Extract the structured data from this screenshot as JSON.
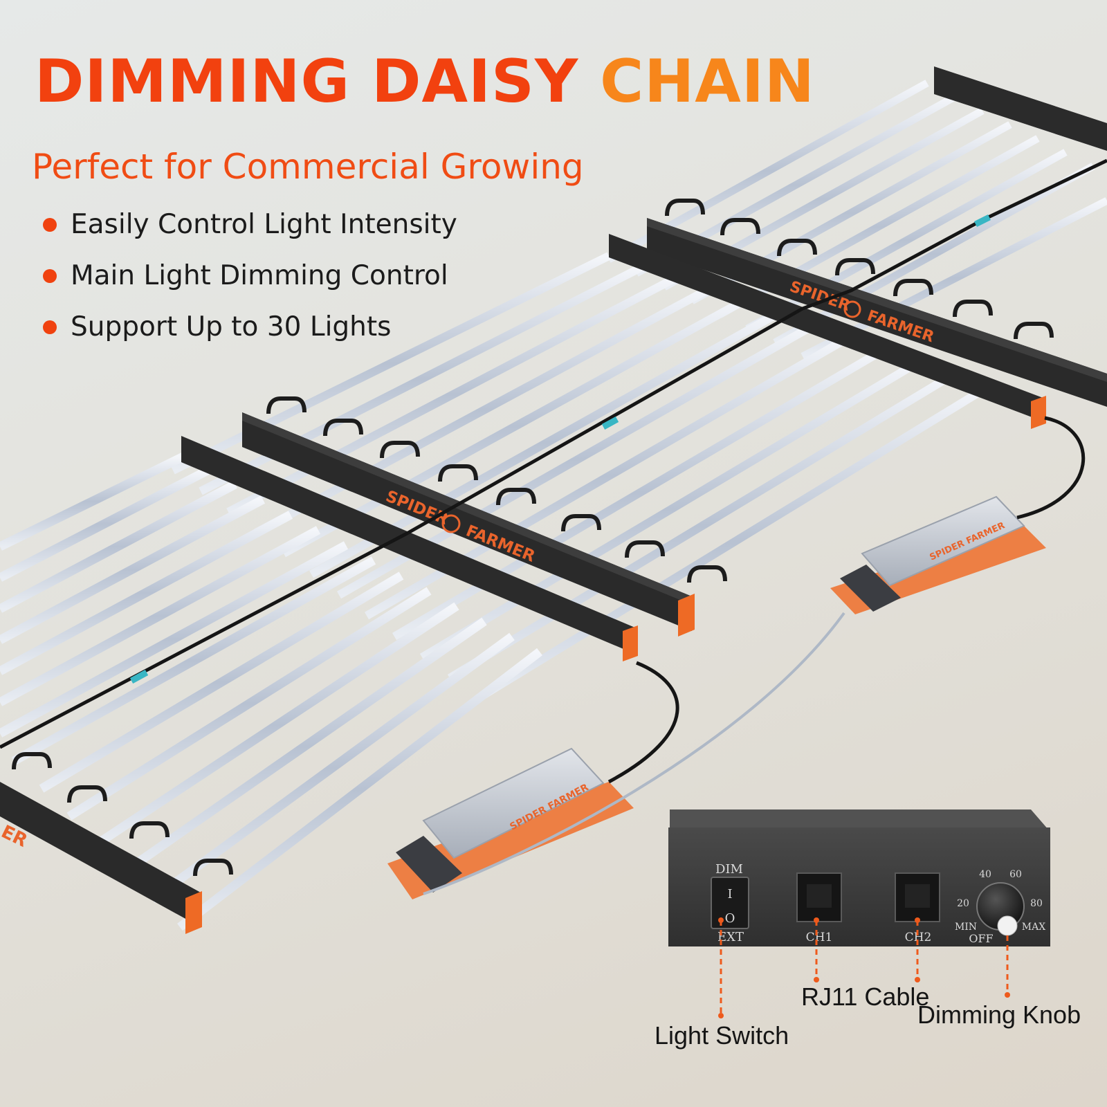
{
  "headline": {
    "word1": "DIMMING",
    "word2": "DAISY",
    "word3": "CHAIN",
    "colors": {
      "primary": "#f2410f",
      "secondary": "#f7861b"
    }
  },
  "subtitle": "Perfect for Commercial Growing",
  "features": [
    "Easily Control Light Intensity",
    "Main Light Dimming Control",
    "Support Up to 30 Lights"
  ],
  "brand": {
    "name_part1": "SPIDER",
    "name_part2": "FARMER",
    "accent_color": "#f26a22",
    "driver_label": "SPIDER FARMER"
  },
  "controller": {
    "switch": {
      "top_label": "DIM",
      "on_symbol": "I",
      "off_symbol": "O",
      "bottom_label": "EXT"
    },
    "ports": [
      "CH1",
      "CH2"
    ],
    "knob": {
      "ticks": [
        "20",
        "40",
        "60",
        "80"
      ],
      "min_label": "MIN",
      "max_label": "MAX",
      "off_label": "OFF"
    }
  },
  "callouts": {
    "switch": "Light Switch",
    "cable": "RJ11 Cable",
    "knob": "Dimming Knob"
  },
  "icons": [
    "bullet-dot-icon",
    "spider-logo-icon",
    "toggle-switch-icon",
    "rj11-port-icon",
    "dial-knob-icon"
  ]
}
